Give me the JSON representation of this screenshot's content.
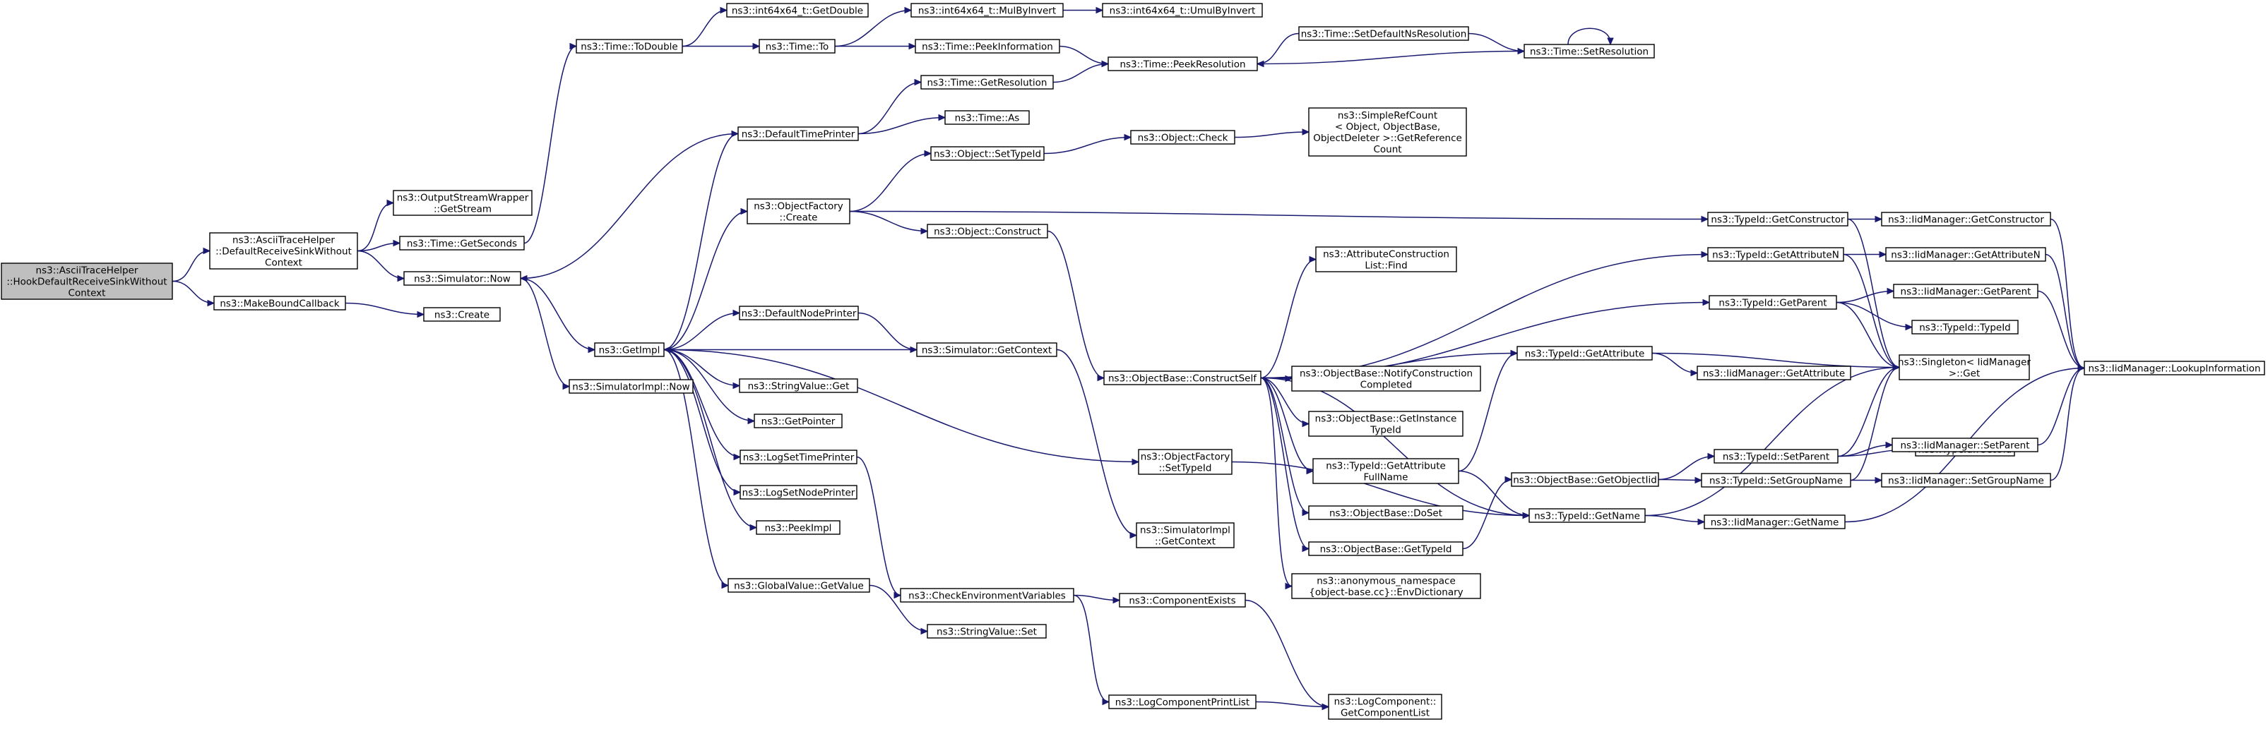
{
  "diagram": {
    "type": "call-graph",
    "colors": {
      "edge": "#191970",
      "root_fill": "#bfbfbf",
      "node_fill": "#ffffff",
      "node_stroke": "#000000"
    },
    "nodes": [
      {
        "id": "root",
        "lines": [
          "ns3::AsciiTraceHelper",
          "::HookDefaultReceiveSinkWithout",
          "Context"
        ]
      },
      {
        "id": "drswc",
        "lines": [
          "ns3::AsciiTraceHelper",
          "::DefaultReceiveSinkWithout",
          "Context"
        ]
      },
      {
        "id": "mbc",
        "lines": [
          "ns3::MakeBoundCallback"
        ]
      },
      {
        "id": "osw",
        "lines": [
          "ns3::OutputStreamWrapper",
          "::GetStream"
        ]
      },
      {
        "id": "tgs",
        "lines": [
          "ns3::Time::GetSeconds"
        ]
      },
      {
        "id": "snow",
        "lines": [
          "ns3::Simulator::Now"
        ]
      },
      {
        "id": "create",
        "lines": [
          "ns3::Create"
        ]
      },
      {
        "id": "ttd",
        "lines": [
          "ns3::Time::ToDouble"
        ]
      },
      {
        "id": "getimpl",
        "lines": [
          "ns3::GetImpl"
        ]
      },
      {
        "id": "sinow",
        "lines": [
          "ns3::SimulatorImpl::Now"
        ]
      },
      {
        "id": "i64gd",
        "lines": [
          "ns3::int64x64_t::GetDouble"
        ]
      },
      {
        "id": "tto",
        "lines": [
          "ns3::Time::To"
        ]
      },
      {
        "id": "dtp",
        "lines": [
          "ns3::DefaultTimePrinter"
        ]
      },
      {
        "id": "ofc",
        "lines": [
          "ns3::ObjectFactory",
          "::Create"
        ]
      },
      {
        "id": "dnp",
        "lines": [
          "ns3::DefaultNodePrinter"
        ]
      },
      {
        "id": "svg",
        "lines": [
          "ns3::StringValue::Get"
        ]
      },
      {
        "id": "gp",
        "lines": [
          "ns3::GetPointer"
        ]
      },
      {
        "id": "lstp",
        "lines": [
          "ns3::LogSetTimePrinter"
        ]
      },
      {
        "id": "lsnp",
        "lines": [
          "ns3::LogSetNodePrinter"
        ]
      },
      {
        "id": "peek",
        "lines": [
          "ns3::PeekImpl"
        ]
      },
      {
        "id": "gvgv",
        "lines": [
          "ns3::GlobalValue::GetValue"
        ]
      },
      {
        "id": "mbi",
        "lines": [
          "ns3::int64x64_t::MulByInvert"
        ]
      },
      {
        "id": "tpi",
        "lines": [
          "ns3::Time::PeekInformation"
        ]
      },
      {
        "id": "tgr",
        "lines": [
          "ns3::Time::GetResolution"
        ]
      },
      {
        "id": "tas",
        "lines": [
          "ns3::Time::As"
        ]
      },
      {
        "id": "osti",
        "lines": [
          "ns3::Object::SetTypeId"
        ]
      },
      {
        "id": "ocons",
        "lines": [
          "ns3::Object::Construct"
        ]
      },
      {
        "id": "sgc",
        "lines": [
          "ns3::Simulator::GetContext"
        ]
      },
      {
        "id": "cev",
        "lines": [
          "ns3::CheckEnvironmentVariables"
        ]
      },
      {
        "id": "ssv",
        "lines": [
          "ns3::StringValue::Set"
        ]
      },
      {
        "id": "umbi",
        "lines": [
          "ns3::int64x64_t::UmulByInvert"
        ]
      },
      {
        "id": "tpr",
        "lines": [
          "ns3::Time::PeekResolution"
        ]
      },
      {
        "id": "ochk",
        "lines": [
          "ns3::Object::Check"
        ]
      },
      {
        "id": "obcs",
        "lines": [
          "ns3::ObjectBase::ConstructSelf"
        ]
      },
      {
        "id": "ofsti",
        "lines": [
          "ns3::ObjectFactory",
          "::SetTypeId"
        ]
      },
      {
        "id": "sigc",
        "lines": [
          "ns3::SimulatorImpl",
          "::GetContext"
        ]
      },
      {
        "id": "ce",
        "lines": [
          "ns3::ComponentExists"
        ]
      },
      {
        "id": "lcpl",
        "lines": [
          "ns3::LogComponentPrintList"
        ]
      },
      {
        "id": "tsdnr",
        "lines": [
          "ns3::Time::SetDefaultNsResolution"
        ]
      },
      {
        "id": "src",
        "lines": [
          "ns3::SimpleRefCount",
          "< Object, ObjectBase,",
          "ObjectDeleter >::GetReference",
          "Count"
        ]
      },
      {
        "id": "aclf",
        "lines": [
          "ns3::AttributeConstruction",
          "List::Find"
        ]
      },
      {
        "id": "obnc",
        "lines": [
          "ns3::ObjectBase::NotifyConstruction",
          "Completed"
        ]
      },
      {
        "id": "obgit",
        "lines": [
          "ns3::ObjectBase::GetInstance",
          "TypeId"
        ]
      },
      {
        "id": "tgafn",
        "lines": [
          "ns3::TypeId::GetAttribute",
          "FullName"
        ]
      },
      {
        "id": "obds",
        "lines": [
          "ns3::ObjectBase::DoSet"
        ]
      },
      {
        "id": "obgt",
        "lines": [
          "ns3::ObjectBase::GetTypeId"
        ]
      },
      {
        "id": "anon",
        "lines": [
          "ns3::anonymous_namespace",
          "{object-base.cc}::EnvDictionary"
        ]
      },
      {
        "id": "lcgcl",
        "lines": [
          "ns3::LogComponent::",
          "GetComponentList"
        ]
      },
      {
        "id": "tsr",
        "lines": [
          "ns3::Time::SetResolution"
        ]
      },
      {
        "id": "tgc",
        "lines": [
          "ns3::TypeId::GetConstructor"
        ]
      },
      {
        "id": "tgan",
        "lines": [
          "ns3::TypeId::GetAttributeN"
        ]
      },
      {
        "id": "tgp",
        "lines": [
          "ns3::TypeId::GetParent"
        ]
      },
      {
        "id": "tga",
        "lines": [
          "ns3::TypeId::GetAttribute"
        ]
      },
      {
        "id": "obgoi",
        "lines": [
          "ns3::ObjectBase::GetObjectIid"
        ]
      },
      {
        "id": "tgn",
        "lines": [
          "ns3::TypeId::GetName"
        ]
      },
      {
        "id": "tsp",
        "lines": [
          "ns3::TypeId::SetParent"
        ]
      },
      {
        "id": "tsgn",
        "lines": [
          "ns3::TypeId::SetGroupName"
        ]
      },
      {
        "id": "imgc",
        "lines": [
          "ns3::IidManager::GetConstructor"
        ]
      },
      {
        "id": "imgan",
        "lines": [
          "ns3::IidManager::GetAttributeN"
        ]
      },
      {
        "id": "imgp",
        "lines": [
          "ns3::IidManager::GetParent"
        ]
      },
      {
        "id": "tti",
        "lines": [
          "ns3::TypeId::TypeId"
        ]
      },
      {
        "id": "single",
        "lines": [
          "ns3::Singleton< IidManager",
          ">::Get"
        ]
      },
      {
        "id": "imga",
        "lines": [
          "ns3::IidManager::GetAttribute"
        ]
      },
      {
        "id": "tgu",
        "lines": [
          "ns3::TypeId::GetUid"
        ]
      },
      {
        "id": "imsp",
        "lines": [
          "ns3::IidManager::SetParent"
        ]
      },
      {
        "id": "imsgn",
        "lines": [
          "ns3::IidManager::SetGroupName"
        ]
      },
      {
        "id": "imgn",
        "lines": [
          "ns3::IidManager::GetName"
        ]
      },
      {
        "id": "imli",
        "lines": [
          "ns3::IidManager::LookupInformation"
        ]
      }
    ],
    "edges": [
      [
        "root",
        "drswc"
      ],
      [
        "root",
        "mbc"
      ],
      [
        "drswc",
        "osw"
      ],
      [
        "drswc",
        "tgs"
      ],
      [
        "drswc",
        "snow"
      ],
      [
        "mbc",
        "create"
      ],
      [
        "tgs",
        "ttd"
      ],
      [
        "snow",
        "getimpl"
      ],
      [
        "snow",
        "sinow"
      ],
      [
        "ttd",
        "i64gd"
      ],
      [
        "ttd",
        "tto"
      ],
      [
        "getimpl",
        "dtp"
      ],
      [
        "getimpl",
        "ofc"
      ],
      [
        "getimpl",
        "dnp"
      ],
      [
        "getimpl",
        "svg"
      ],
      [
        "getimpl",
        "gp"
      ],
      [
        "getimpl",
        "lstp"
      ],
      [
        "getimpl",
        "lsnp"
      ],
      [
        "getimpl",
        "peek"
      ],
      [
        "getimpl",
        "gvgv"
      ],
      [
        "getimpl",
        "ofsti"
      ],
      [
        "dtp",
        "snow"
      ],
      [
        "dtp",
        "tgr"
      ],
      [
        "dtp",
        "tas"
      ],
      [
        "tto",
        "mbi"
      ],
      [
        "tto",
        "tpi"
      ],
      [
        "mbi",
        "umbi"
      ],
      [
        "tpi",
        "tpr"
      ],
      [
        "tgr",
        "tpr"
      ],
      [
        "ofc",
        "osti"
      ],
      [
        "ofc",
        "ocons"
      ],
      [
        "ofc",
        "tgc"
      ],
      [
        "osti",
        "ochk"
      ],
      [
        "ochk",
        "src"
      ],
      [
        "ocons",
        "obcs"
      ],
      [
        "dnp",
        "sgc"
      ],
      [
        "sgc",
        "getimpl"
      ],
      [
        "sgc",
        "sigc"
      ],
      [
        "lstp",
        "cev"
      ],
      [
        "gvgv",
        "ssv"
      ],
      [
        "cev",
        "ce"
      ],
      [
        "cev",
        "lcpl"
      ],
      [
        "ce",
        "lcgcl"
      ],
      [
        "lcpl",
        "lcgcl"
      ],
      [
        "tsdnr",
        "tpr"
      ],
      [
        "tsdnr",
        "tsr"
      ],
      [
        "tsr",
        "tpr"
      ],
      [
        "tsr",
        "tsr"
      ],
      [
        "obcs",
        "aclf"
      ],
      [
        "obcs",
        "obnc"
      ],
      [
        "obcs",
        "obgit"
      ],
      [
        "obcs",
        "tgafn"
      ],
      [
        "obcs",
        "obds"
      ],
      [
        "obcs",
        "obgt"
      ],
      [
        "obcs",
        "anon"
      ],
      [
        "obcs",
        "tgan"
      ],
      [
        "obcs",
        "tgp"
      ],
      [
        "obcs",
        "tga"
      ],
      [
        "obcs",
        "tgn"
      ],
      [
        "ofsti",
        "tgn"
      ],
      [
        "tgafn",
        "tga"
      ],
      [
        "tgafn",
        "tgn"
      ],
      [
        "obgt",
        "obgoi"
      ],
      [
        "obgoi",
        "tsp"
      ],
      [
        "obgoi",
        "tsgn"
      ],
      [
        "tgc",
        "imgc"
      ],
      [
        "tgc",
        "single"
      ],
      [
        "tgan",
        "imgan"
      ],
      [
        "tgan",
        "single"
      ],
      [
        "tgp",
        "imgp"
      ],
      [
        "tgp",
        "tti"
      ],
      [
        "tgp",
        "single"
      ],
      [
        "tga",
        "imga"
      ],
      [
        "tga",
        "single"
      ],
      [
        "tgn",
        "imgn"
      ],
      [
        "tgn",
        "single"
      ],
      [
        "tsp",
        "tgu"
      ],
      [
        "tsp",
        "imsp"
      ],
      [
        "tsp",
        "single"
      ],
      [
        "tsgn",
        "imsgn"
      ],
      [
        "tsgn",
        "single"
      ],
      [
        "imgc",
        "imli"
      ],
      [
        "imgan",
        "imli"
      ],
      [
        "imgp",
        "imli"
      ],
      [
        "imsp",
        "imli"
      ],
      [
        "imsgn",
        "imli"
      ],
      [
        "imgn",
        "imli"
      ]
    ]
  }
}
